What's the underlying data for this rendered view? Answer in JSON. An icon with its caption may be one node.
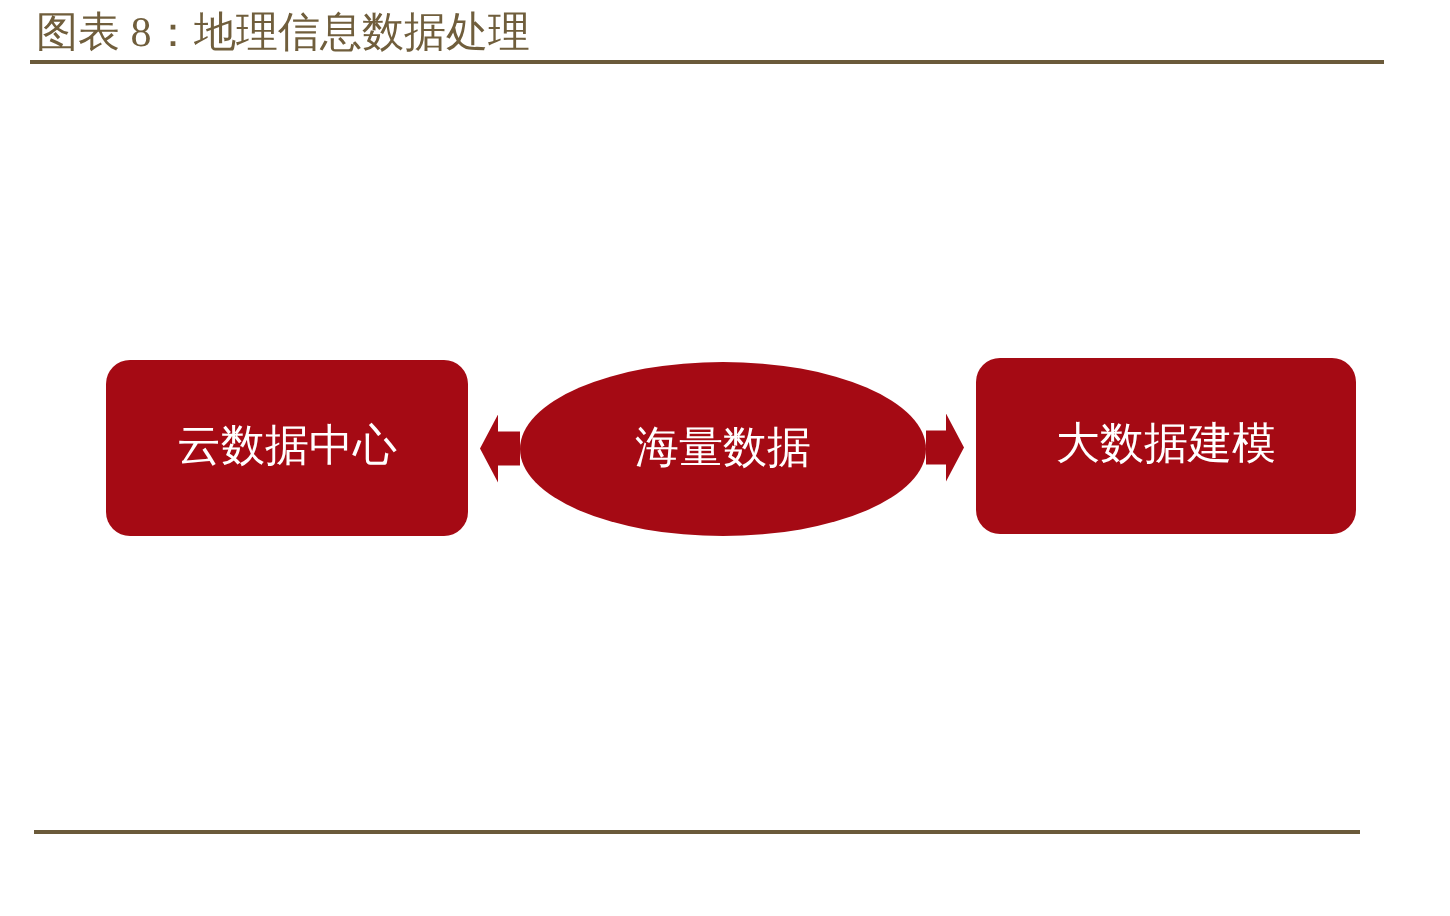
{
  "diagram": {
    "title": "图表 8：地理信息数据处理",
    "nodes": [
      {
        "text": [
          "云数据中心"
        ]
      },
      {
        "text": [
          "海量数据"
        ]
      },
      {
        "text": [
          "大数据建模"
        ]
      }
    ],
    "edges": [
      {
        "from": 1,
        "to": 0,
        "arrow": "to"
      },
      {
        "from": 1,
        "to": 2,
        "arrow": "to"
      }
    ]
  }
}
